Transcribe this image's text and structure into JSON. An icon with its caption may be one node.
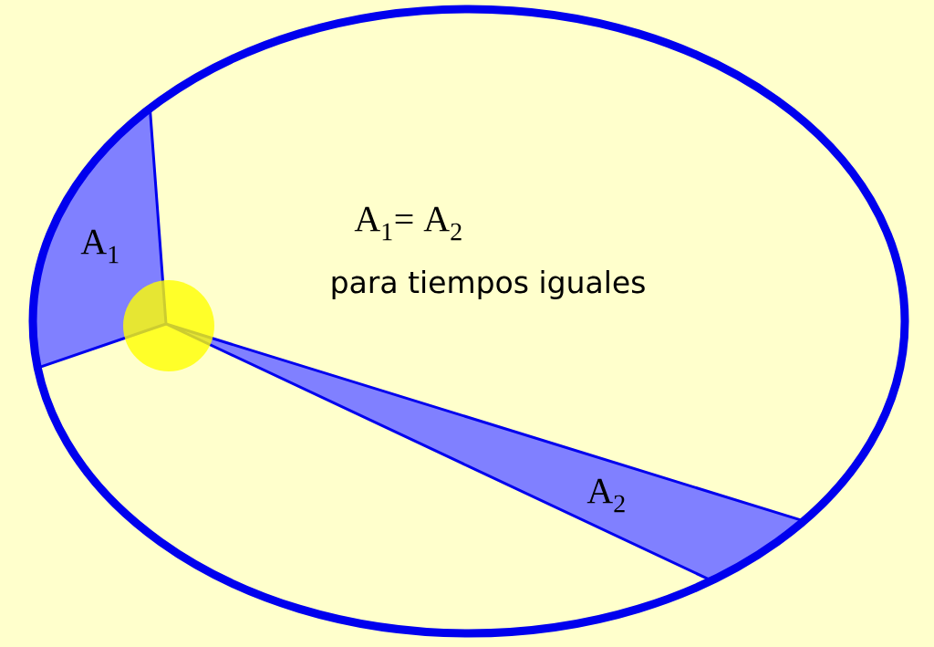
{
  "diagram": {
    "labels": [
      "A$_{1}$",
      "A$_{1}$= A$_{2}$",
      "para tiempos iguales",
      "A$_{2}$"
    ]
  }
}
